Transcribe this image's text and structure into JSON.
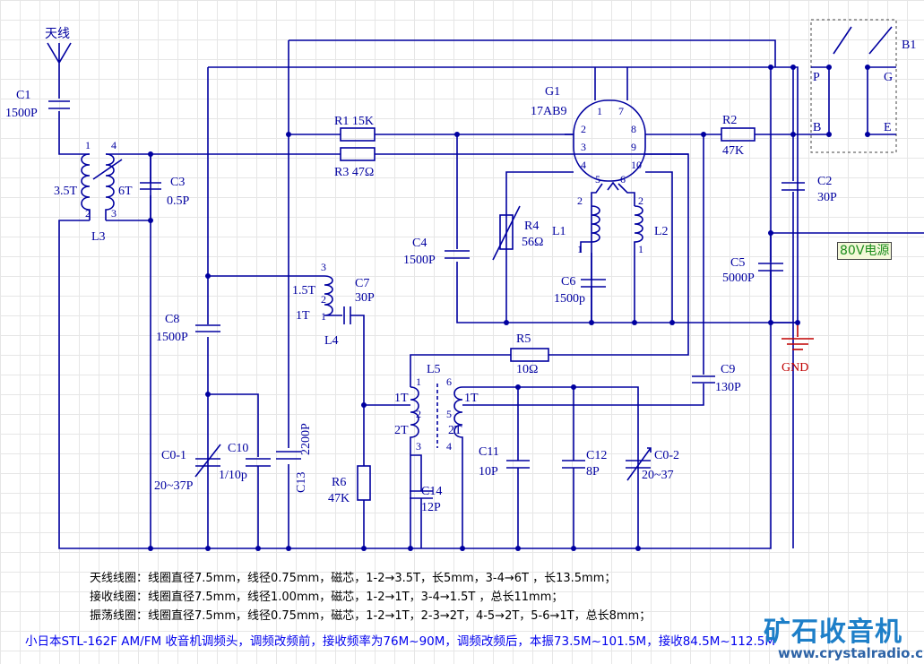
{
  "labels": {
    "antenna": "天线",
    "c1": "C1",
    "c1v": "1500P",
    "l3": "L3",
    "l3a": "3.5T",
    "l3b": "6T",
    "p1": "1",
    "p4": "4",
    "p2": "2",
    "p3": "3",
    "c3": "C3",
    "c3v": "0.5P",
    "r1": "R1  15K",
    "r3": "R3  47Ω",
    "g1": "G1",
    "g1v": "17AB9",
    "r2": "R2",
    "r2v": "47K",
    "c2": "C2",
    "c2v": "30P",
    "b1": "B1",
    "bp": "P",
    "bb": "B",
    "bg": "G",
    "be": "E",
    "r4": "R4",
    "r4v": "56Ω",
    "l1": "L1",
    "l2": "L2",
    "c4": "C4",
    "c4v": "1500P",
    "c6": "C6",
    "c6v": "1500p",
    "c5": "C5",
    "c5v": "5000P",
    "gnd": "GND",
    "power": "80V电源",
    "c8": "C8",
    "c8v": "1500P",
    "l4": "L4",
    "l4a": "1.5T",
    "l4b": "1T",
    "c7": "C7",
    "c7v": "30P",
    "r5": "R5",
    "r5v": "10Ω",
    "c9": "C9",
    "c9v": "130P",
    "l5": "L5",
    "c01": "C0-1",
    "c01v": "20~37P",
    "c10": "C10",
    "c10v": "1/10p",
    "c13": "C13",
    "c13v": "2200P",
    "r6": "R6",
    "r6v": "47K",
    "c14": "C14",
    "c14v": "12P",
    "c11": "C11",
    "c11v": "10P",
    "c12": "C12",
    "c12v": "8P",
    "c02": "C0-2",
    "c02v": "20~37",
    "tube_pins": [
      "1",
      "7",
      "2",
      "8",
      "3",
      "9",
      "4",
      "10",
      "5",
      "6"
    ],
    "l5_pins": [
      "1",
      "6",
      "2",
      "5",
      "3",
      "4"
    ],
    "l5_turns": [
      "1T",
      "1T",
      "2T",
      "2T"
    ],
    "l4_pins": [
      "3",
      "2",
      "1"
    ],
    "l12_pins": [
      "2",
      "1",
      "2",
      "1"
    ]
  },
  "notes": [
    "天线线圈：线圈直径7.5mm，线径0.75mm，磁芯，1-2→3.5T，长5mm，3-4→6T ，长13.5mm；",
    "接收线圈：线圈直径7.5mm，线径1.00mm，磁芯，1-2→1T，3-4→1.5T ，总长11mm；",
    "振荡线圈：线圈直径7.5mm，线径0.75mm，磁芯，1-2→1T，2-3→2T，4-5→2T，5-6→1T，总长8mm；"
  ],
  "footer": "小日本STL-162F AM/FM 收音机调频头，调频改频前，接收频率为76M~90M，调频改频后，本振73.5M~101.5M，接收84.5M~112.5M",
  "brand": "矿石收音机",
  "site": "www.crystalradio.cn",
  "colors": {
    "wire": "#0000a0",
    "ground": "#c00000",
    "pin_marker": "#c000c0"
  }
}
